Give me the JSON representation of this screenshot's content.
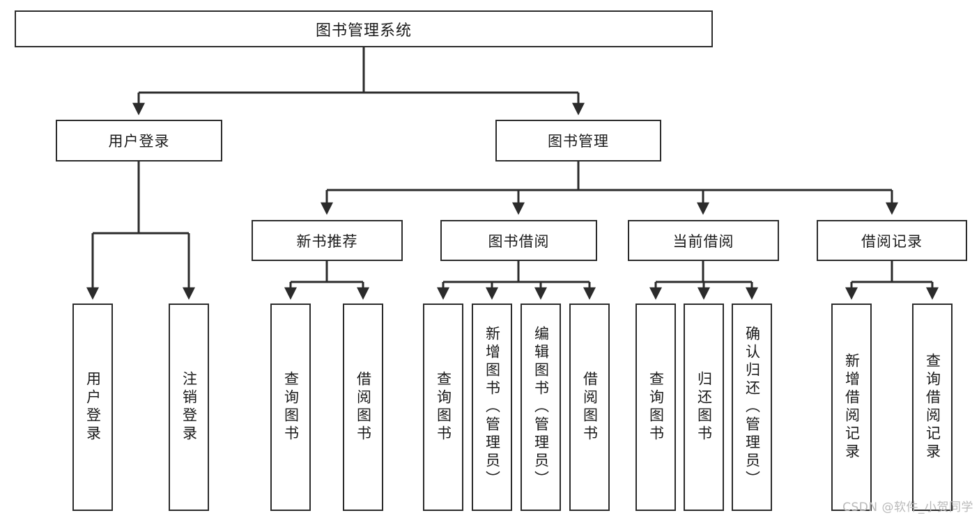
{
  "diagram": {
    "title": "图书管理系统",
    "type": "tree",
    "orientation": "top-down",
    "colors": {
      "box_border": "#2b2b2b",
      "box_fill": "#ffffff",
      "connector": "#2b2b2b",
      "text": "#1a1a1a",
      "watermark": "#b9b9b9"
    },
    "root": {
      "label": "图书管理系统"
    },
    "level2": [
      {
        "label": "用户登录"
      },
      {
        "label": "图书管理"
      }
    ],
    "level3": [
      {
        "label": "新书推荐"
      },
      {
        "label": "图书借阅"
      },
      {
        "label": "当前借阅"
      },
      {
        "label": "借阅记录"
      }
    ],
    "leaves": {
      "user_login": [
        {
          "label": "用户登录"
        },
        {
          "label": "注销登录"
        }
      ],
      "new_book_rec": [
        {
          "label": "查询图书"
        },
        {
          "label": "借阅图书"
        }
      ],
      "book_borrow": [
        {
          "label": "查询图书"
        },
        {
          "label": "新增图书（管理员）"
        },
        {
          "label": "编辑图书（管理员）"
        },
        {
          "label": "借阅图书"
        }
      ],
      "current_borrow": [
        {
          "label": "查询图书"
        },
        {
          "label": "归还图书"
        },
        {
          "label": "确认归还（管理员）"
        }
      ],
      "borrow_record": [
        {
          "label": "新增借阅记录"
        },
        {
          "label": "查询借阅记录"
        }
      ]
    }
  },
  "watermark": {
    "text": "CSDN @软件_小贺同学"
  }
}
